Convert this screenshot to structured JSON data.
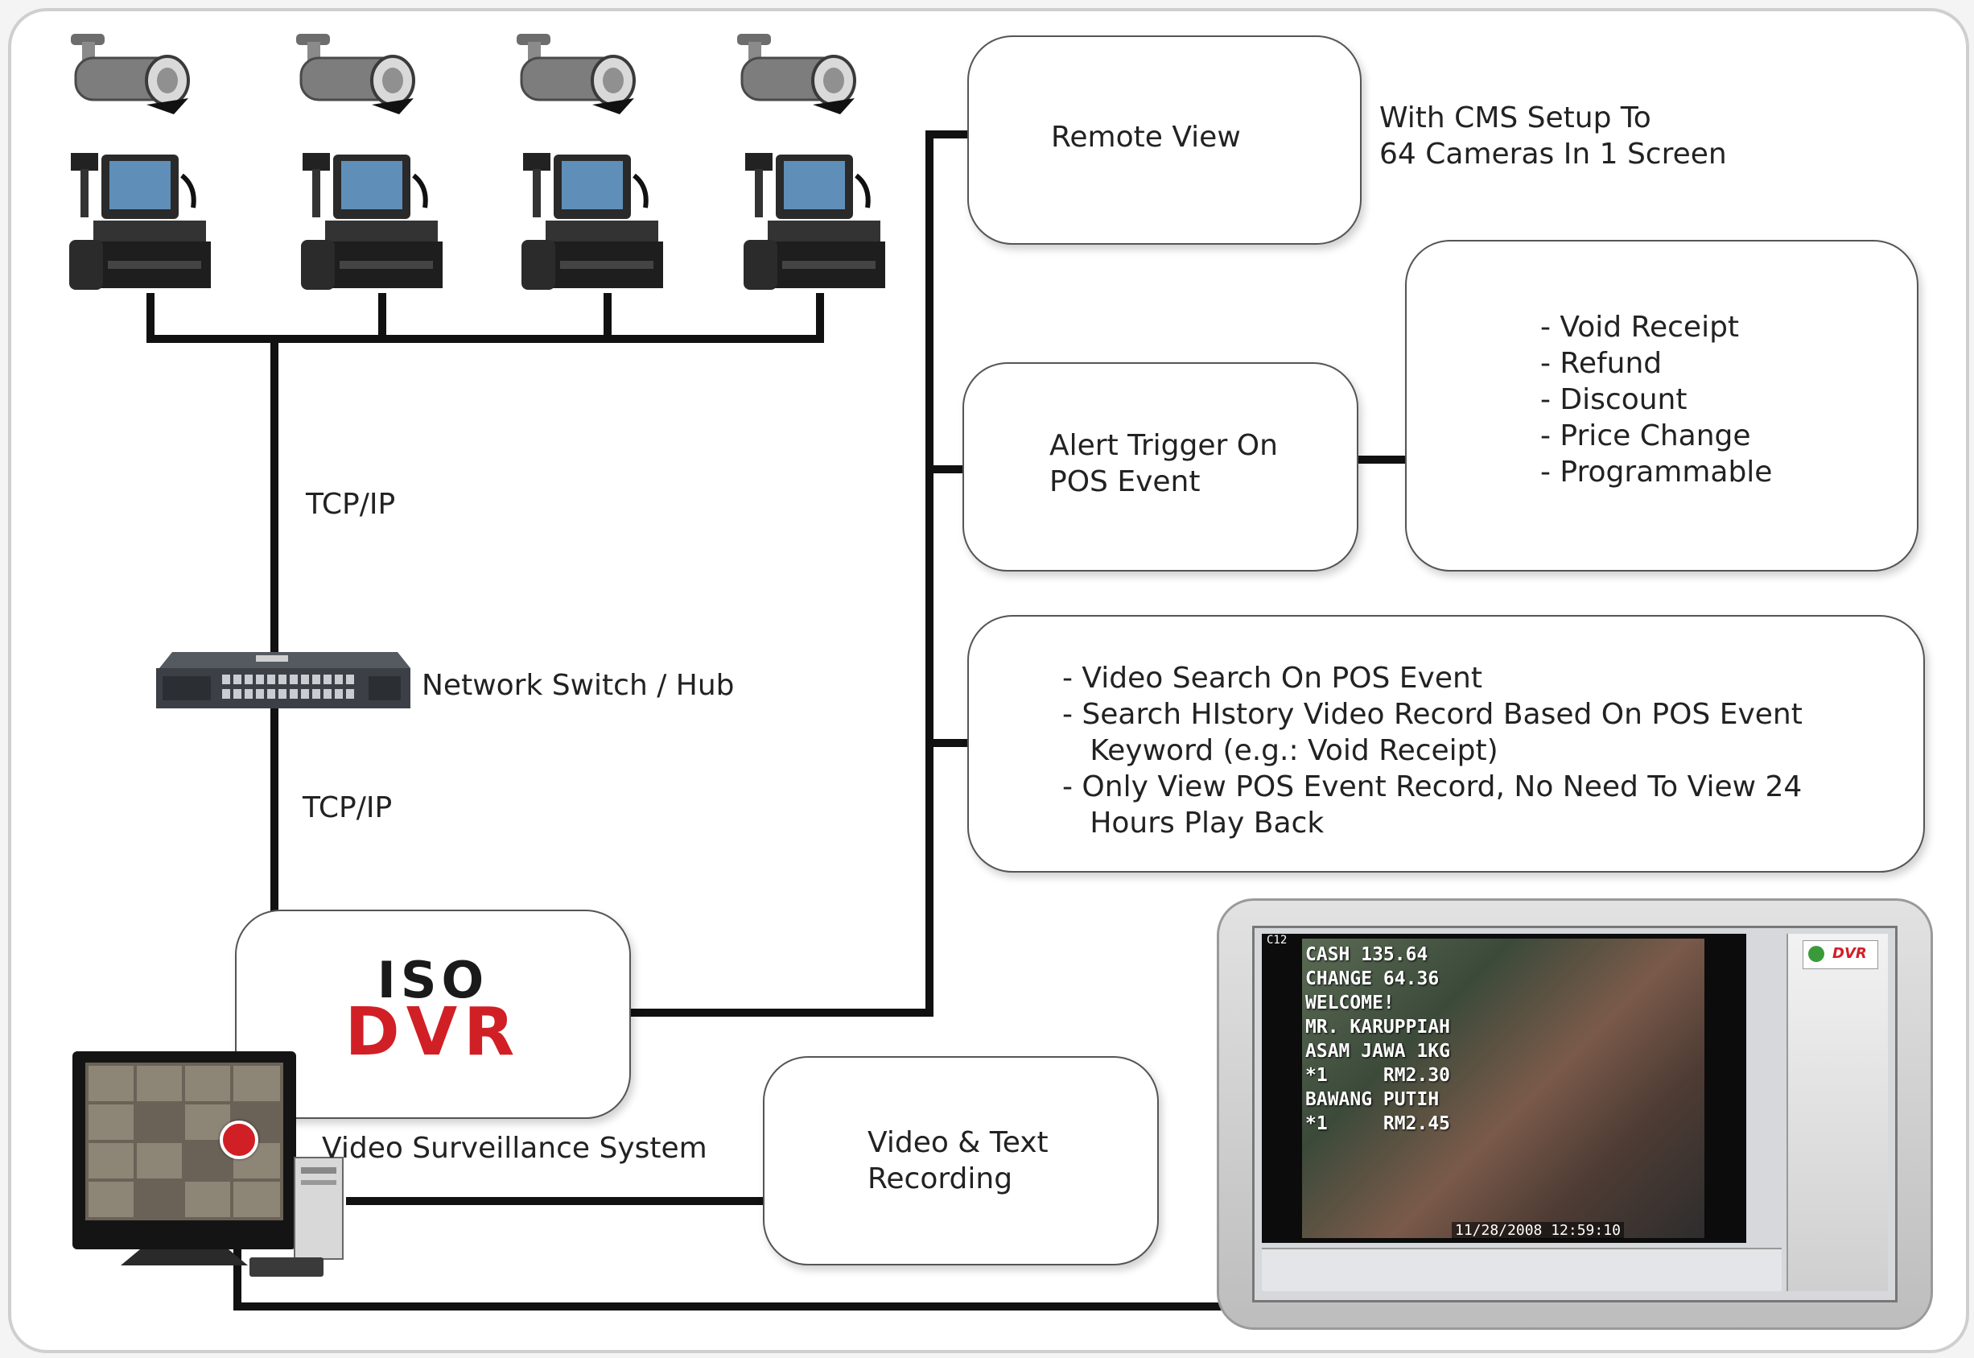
{
  "labels": {
    "tcp_ip_top": "TCP/IP",
    "tcp_ip_bottom": "TCP/IP",
    "network_switch": "Network Switch / Hub",
    "video_surveillance": "Video Surveillance System"
  },
  "logo": {
    "line1": "ISO",
    "line2": "DVR"
  },
  "boxes": {
    "remote_view": "Remote View",
    "alert_trigger": [
      "Alert Trigger On",
      "POS Event"
    ],
    "pos_events": [
      "- Void Receipt",
      "- Refund",
      "- Discount",
      "- Price Change",
      "- Programmable"
    ],
    "video_search": [
      "- Video Search On POS Event",
      "- Search HIstory Video Record Based On POS Event",
      "   Keyword (e.g.: Void Receipt)",
      "- Only View POS Event Record, No Need To View 24",
      "   Hours Play Back"
    ],
    "recording": [
      "Video & Text",
      "Recording"
    ]
  },
  "cms_note": [
    "With CMS Setup To",
    "64 Cameras In 1 Screen"
  ],
  "monitor_overlay": {
    "channel": "C12",
    "lines": [
      "CASH 135.64",
      "CHANGE 64.36",
      "WELCOME!",
      "MR. KARUPPIAH",
      "ASAM JAWA 1KG",
      "*1     RM2.30",
      "BAWANG PUTIH",
      "*1     RM2.45"
    ],
    "timestamp": "11/28/2008 12:59:10",
    "logo": "DVR"
  },
  "icons": {
    "camera": "security-camera-icon",
    "pos_terminal": "pos-terminal-icon",
    "switch": "network-switch-icon",
    "dvr_pc": "surveillance-pc-icon"
  },
  "colors": {
    "dvr_red": "#d11f26",
    "logo_black": "#1a1a1a",
    "connector": "#111111",
    "monitor_frame": "#c9c9c9"
  }
}
